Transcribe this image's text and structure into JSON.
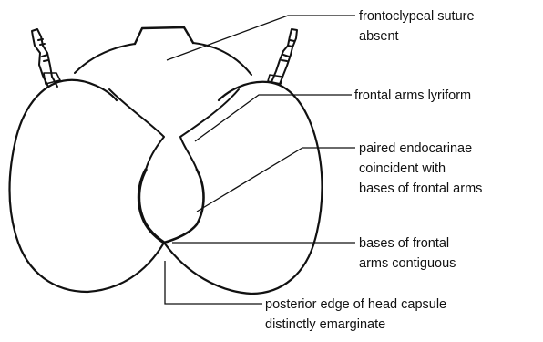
{
  "colors": {
    "ink": "#111111",
    "background": "#ffffff"
  },
  "labels": {
    "frontoclypeal_1": "frontoclypeal suture",
    "frontoclypeal_2": "absent",
    "frontal_arms": "frontal arms lyriform",
    "endocarinae_1": "paired endocarinae",
    "endocarinae_2": "coincident with",
    "endocarinae_3": "bases of frontal arms",
    "bases_1": "bases of frontal",
    "bases_2": "arms contiguous",
    "posterior_1": "posterior edge of head capsule",
    "posterior_2": "distinctly emarginate"
  }
}
